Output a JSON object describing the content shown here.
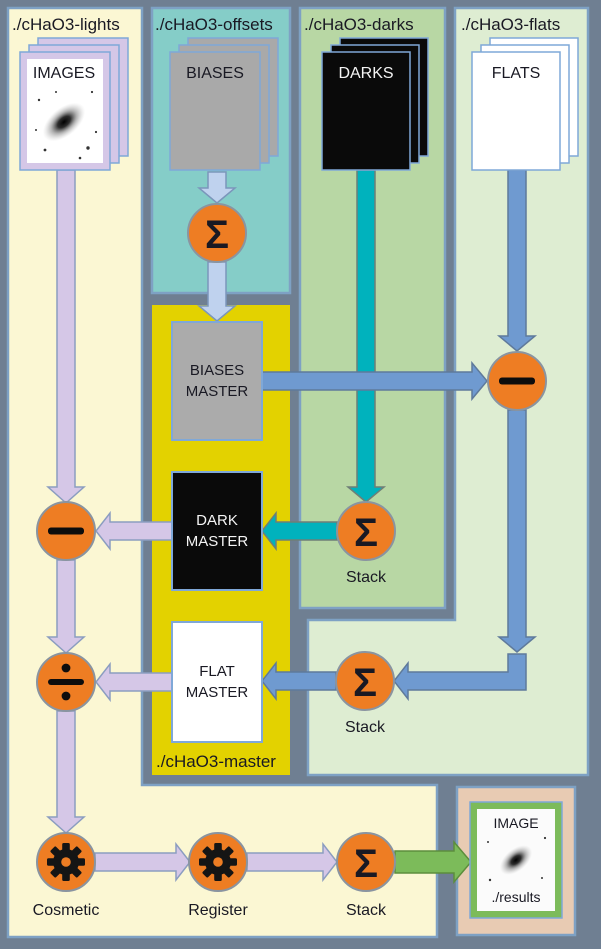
{
  "colors": {
    "background": "#6F7F92",
    "panel_border": "#7EA1C4",
    "lights_fill": "#FBF7D3",
    "offsets_fill": "#85CDC8",
    "darks_fill": "#B8D7A4",
    "flats_fill": "#DEEDD2",
    "master_fill": "#E3D200",
    "results_fill": "#E8CBB3",
    "node_orange": "#EE7D23",
    "arrow_lavender": "#D5C7E7",
    "arrow_periwinkle": "#BFD2EE",
    "arrow_teal": "#00B2BD",
    "arrow_blue": "#6F9AD0",
    "arrow_green": "#7CBB5A",
    "text_dark": "#191923"
  },
  "panels": {
    "lights": {
      "label": "./cHaO3-lights",
      "stack_title": "IMAGES"
    },
    "offsets": {
      "label": "./cHaO3-offsets",
      "stack_title": "BIASES"
    },
    "darks": {
      "label": "./cHaO3-darks",
      "stack_title": "DARKS",
      "stack_node_label": "Stack"
    },
    "flats": {
      "label": "./cHaO3-flats",
      "stack_title": "FLATS",
      "stack_node_label": "Stack"
    },
    "master": {
      "label": "./cHaO3-master",
      "biases_line1": "BIASES",
      "biases_line2": "MASTER",
      "dark_line1": "DARK",
      "dark_line2": "MASTER",
      "flat_line1": "FLAT",
      "flat_line2": "MASTER"
    },
    "results": {
      "image_title": "IMAGE",
      "folder_label": "./results"
    }
  },
  "pipeline": {
    "cosmetic_label": "Cosmetic",
    "register_label": "Register",
    "stack_label": "Stack"
  },
  "operators": {
    "sigma": "Σ",
    "minus": "−",
    "divide": "÷"
  }
}
